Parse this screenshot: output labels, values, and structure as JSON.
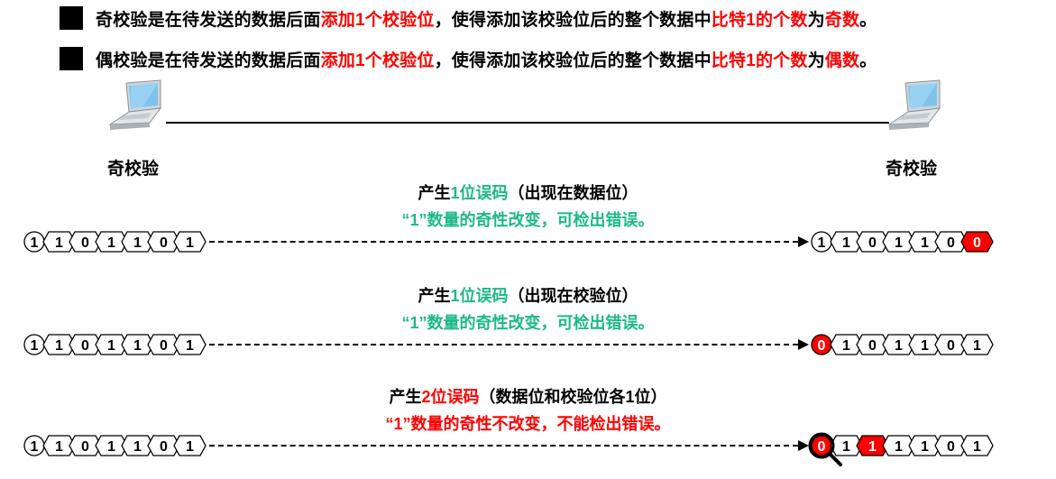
{
  "definitions": [
    {
      "segments": [
        {
          "text": "奇校验是在待发送的数据后面",
          "red": false
        },
        {
          "text": "添加1个校验位",
          "red": true
        },
        {
          "text": "，使得添加该校验位后的整个数据中",
          "red": false
        },
        {
          "text": "比特1的个数",
          "red": true
        },
        {
          "text": "为",
          "red": false
        },
        {
          "text": "奇数",
          "red": true
        },
        {
          "text": "。",
          "red": false
        }
      ]
    },
    {
      "segments": [
        {
          "text": "偶校验是在待发送的数据后面",
          "red": false
        },
        {
          "text": "添加1个校验位",
          "red": true
        },
        {
          "text": "，使得添加该校验位后的整个数据中",
          "red": false
        },
        {
          "text": "比特1的个数",
          "red": true
        },
        {
          "text": "为",
          "red": false
        },
        {
          "text": "偶数",
          "red": true
        },
        {
          "text": "。",
          "red": false
        }
      ]
    }
  ],
  "hosts": {
    "sender_label": "奇校验",
    "receiver_label": "奇校验"
  },
  "colors": {
    "error": "#ff0000",
    "ok_note": "#1db987",
    "laptop_screen": "#7ec3ec"
  },
  "cases": [
    {
      "title_prefix": "产生",
      "title_highlight": "1位误码",
      "title_highlight_color": "teal",
      "title_suffix": "（出现在数据位）",
      "note": "“1”数量的奇性改变，可检出错误。",
      "note_color": "teal",
      "sent_bits": [
        "1",
        "1",
        "0",
        "1",
        "1",
        "0",
        "1"
      ],
      "received_bits": [
        "1",
        "1",
        "0",
        "1",
        "1",
        "0",
        "0"
      ],
      "error_positions": [
        6
      ],
      "magnifier": false
    },
    {
      "title_prefix": "产生",
      "title_highlight": "1位误码",
      "title_highlight_color": "teal",
      "title_suffix": "（出现在校验位）",
      "note": "“1”数量的奇性改变，可检出错误。",
      "note_color": "teal",
      "sent_bits": [
        "1",
        "1",
        "0",
        "1",
        "1",
        "0",
        "1"
      ],
      "received_bits": [
        "0",
        "1",
        "0",
        "1",
        "1",
        "0",
        "1"
      ],
      "error_positions": [
        0
      ],
      "magnifier": false
    },
    {
      "title_prefix": "产生",
      "title_highlight": "2位误码",
      "title_highlight_color": "red",
      "title_suffix": "（数据位和校验位各1位）",
      "note": "“1”数量的奇性不改变，不能检出错误。",
      "note_color": "red",
      "sent_bits": [
        "1",
        "1",
        "0",
        "1",
        "1",
        "0",
        "1"
      ],
      "received_bits": [
        "0",
        "1",
        "1",
        "1",
        "1",
        "0",
        "1"
      ],
      "error_positions": [
        0,
        2
      ],
      "magnifier": true
    }
  ],
  "icons": {
    "sender": "laptop-icon",
    "receiver": "laptop-icon",
    "bullet": "square-bullet-icon",
    "inspect": "magnifier-icon"
  }
}
